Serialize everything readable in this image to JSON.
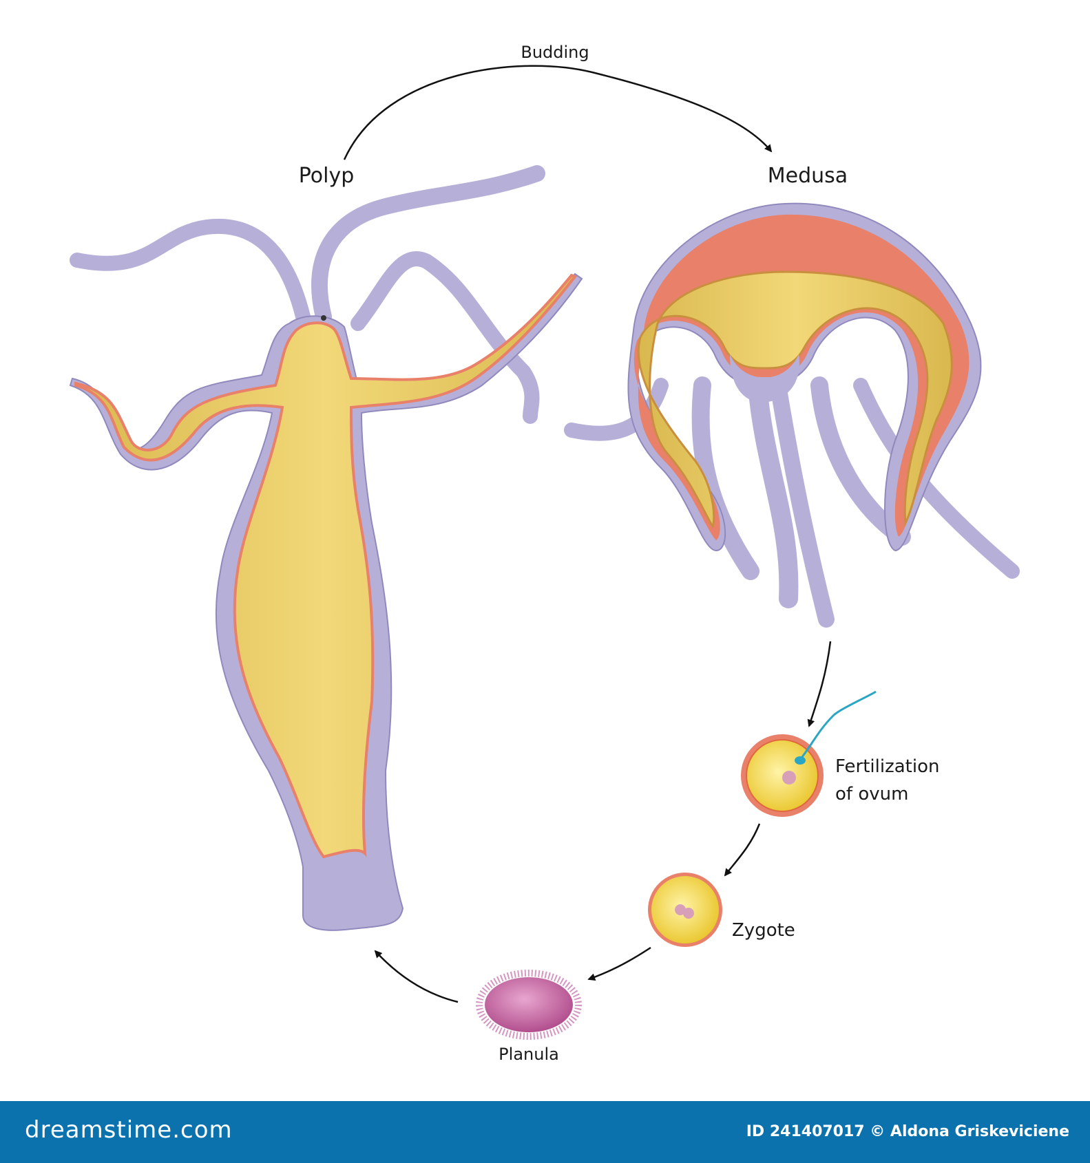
{
  "labels": {
    "budding": "Budding",
    "polyp": "Polyp",
    "medusa": "Medusa",
    "fertilization_line1": "Fertilization",
    "fertilization_line2": "of ovum",
    "zygote": "Zygote",
    "planula": "Planula"
  },
  "footer": {
    "logo": "dreamstime.com",
    "credit": "ID 241407017 © Aldona Griskeviciene"
  },
  "colors": {
    "ectoderm": "#b6b0d8",
    "cavity": "#e9cd6c",
    "mesoglea": "#e8806a",
    "ovum": "#f3d84a",
    "planula": "#c46aa6",
    "sperm": "#2aa6c4",
    "footer": "#0b72ad"
  }
}
